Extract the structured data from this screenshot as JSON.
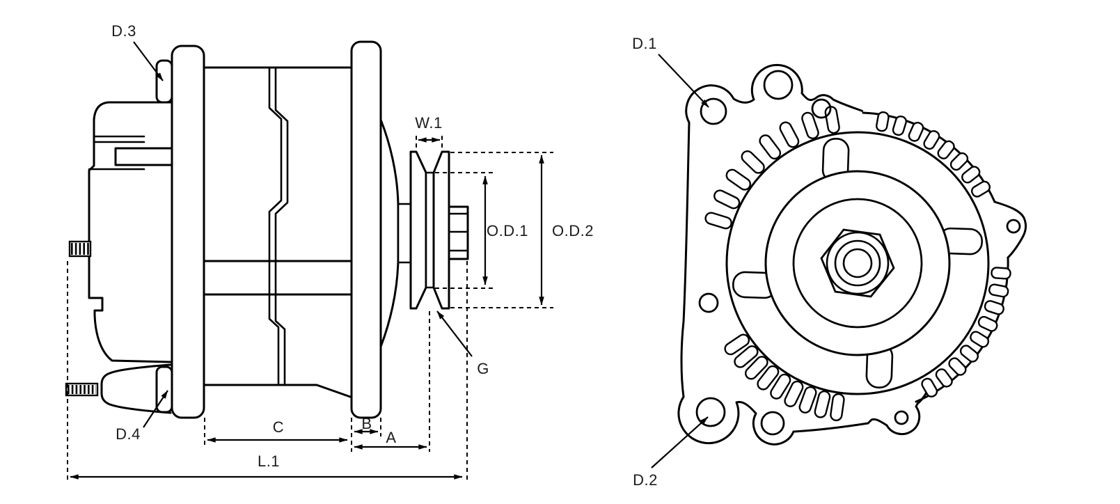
{
  "diagram": {
    "colors": {
      "background": "#ffffff",
      "line": "#000000",
      "label": "#1c1c1c"
    },
    "views": {
      "side_view": {
        "labels": {
          "d3": "D.3",
          "d4": "D.4",
          "w1": "W.1",
          "od1": "O.D.1",
          "od2": "O.D.2",
          "g": "G",
          "c": "C",
          "b": "B",
          "a": "A",
          "l1": "L.1"
        }
      },
      "front_view": {
        "labels": {
          "d1": "D.1",
          "d2": "D.2"
        }
      }
    }
  }
}
